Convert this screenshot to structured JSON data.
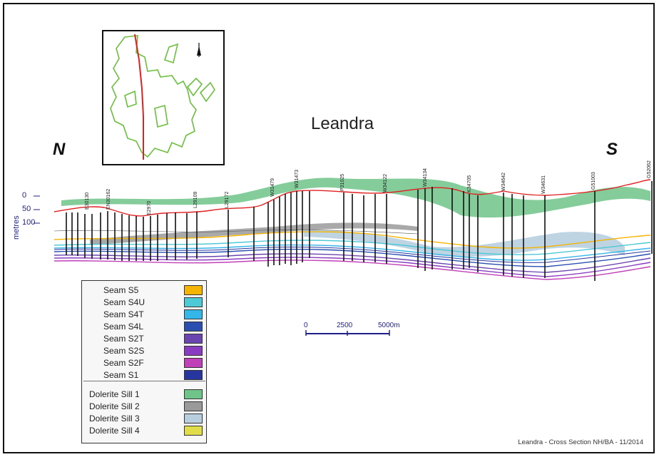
{
  "title": "Leandra",
  "directions": {
    "north": "N",
    "south": "S"
  },
  "axis": {
    "title": "metres",
    "ticks": [
      "0",
      "50",
      "100"
    ]
  },
  "boreholes": [
    "E30130",
    "EN30162",
    "E2970",
    "L29109",
    "L29172",
    "W31479",
    "W31473",
    "P31025",
    "W34122",
    "W34134",
    "K34705",
    "W34642",
    "W34631",
    "G51003",
    "G52062"
  ],
  "legend": {
    "seams": [
      {
        "label": "Seam S5",
        "color": "#f4b400"
      },
      {
        "label": "Seam S4U",
        "color": "#4ec9d6"
      },
      {
        "label": "Seam S4T",
        "color": "#35b6e8"
      },
      {
        "label": "Seam S4L",
        "color": "#2a4fb0"
      },
      {
        "label": "Seam S2T",
        "color": "#6a45b0"
      },
      {
        "label": "Seam S2S",
        "color": "#8a3cc0"
      },
      {
        "label": "Seam S2F",
        "color": "#c040b8"
      },
      {
        "label": "Seam S1",
        "color": "#27359e"
      }
    ],
    "sills": [
      {
        "label": "Dolerite Sill 1",
        "color": "#6fc48a"
      },
      {
        "label": "Dolerite Sill 2",
        "color": "#9a9a9a"
      },
      {
        "label": "Dolerite Sill 3",
        "color": "#b8cfe0"
      },
      {
        "label": "Dolerite Sill 4",
        "color": "#e0dc4a"
      }
    ]
  },
  "scale": {
    "labels": [
      "0",
      "2500",
      "5000m"
    ]
  },
  "footer": "Leandra - Cross Section NH/BA - 11/2014",
  "colors": {
    "topography": "#e02020",
    "outline": "#6abf3c",
    "section_line": "#e02020"
  }
}
